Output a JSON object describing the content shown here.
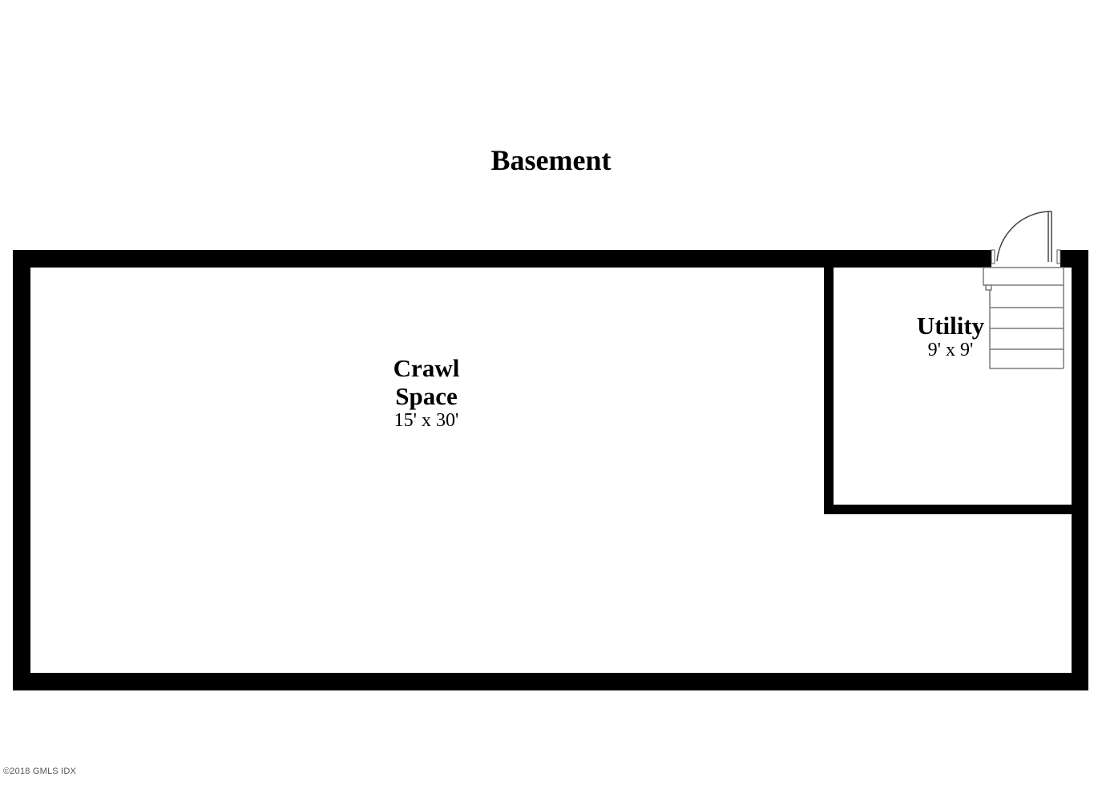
{
  "title": "Basement",
  "rooms": [
    {
      "name_line1": "Crawl",
      "name_line2": "Space",
      "dims": "15' x 30'"
    },
    {
      "name": "Utility",
      "dims": "9' x 9'"
    }
  ],
  "copyright": "©2018 GMLS IDX",
  "colors": {
    "wall": "#000000",
    "fixture_line": "#7a7a7a",
    "background": "#ffffff"
  }
}
